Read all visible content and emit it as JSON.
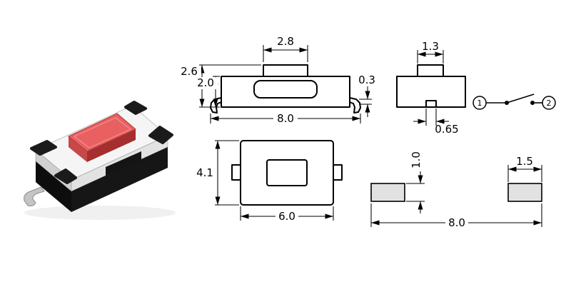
{
  "dims": {
    "front": {
      "button_width": "2.8",
      "total_height": "2.6",
      "body_height": "2.0",
      "lead_thickness": "0.3",
      "lead_span": "8.0"
    },
    "top": {
      "body_width": "4.1",
      "body_length": "6.0"
    },
    "side": {
      "button_width": "1.3",
      "stem_width": "0.65"
    },
    "pads": {
      "pad_height": "1.0",
      "pad_width": "1.5",
      "pad_span": "8.0"
    },
    "circuit": {
      "pin1": "1",
      "pin2": "2"
    }
  },
  "colors": {
    "button_top": "#e86060",
    "button_front": "#a52e2e",
    "button_side": "#c64848",
    "base_black": "#161616",
    "pad_fill": "#e2e2e2"
  }
}
